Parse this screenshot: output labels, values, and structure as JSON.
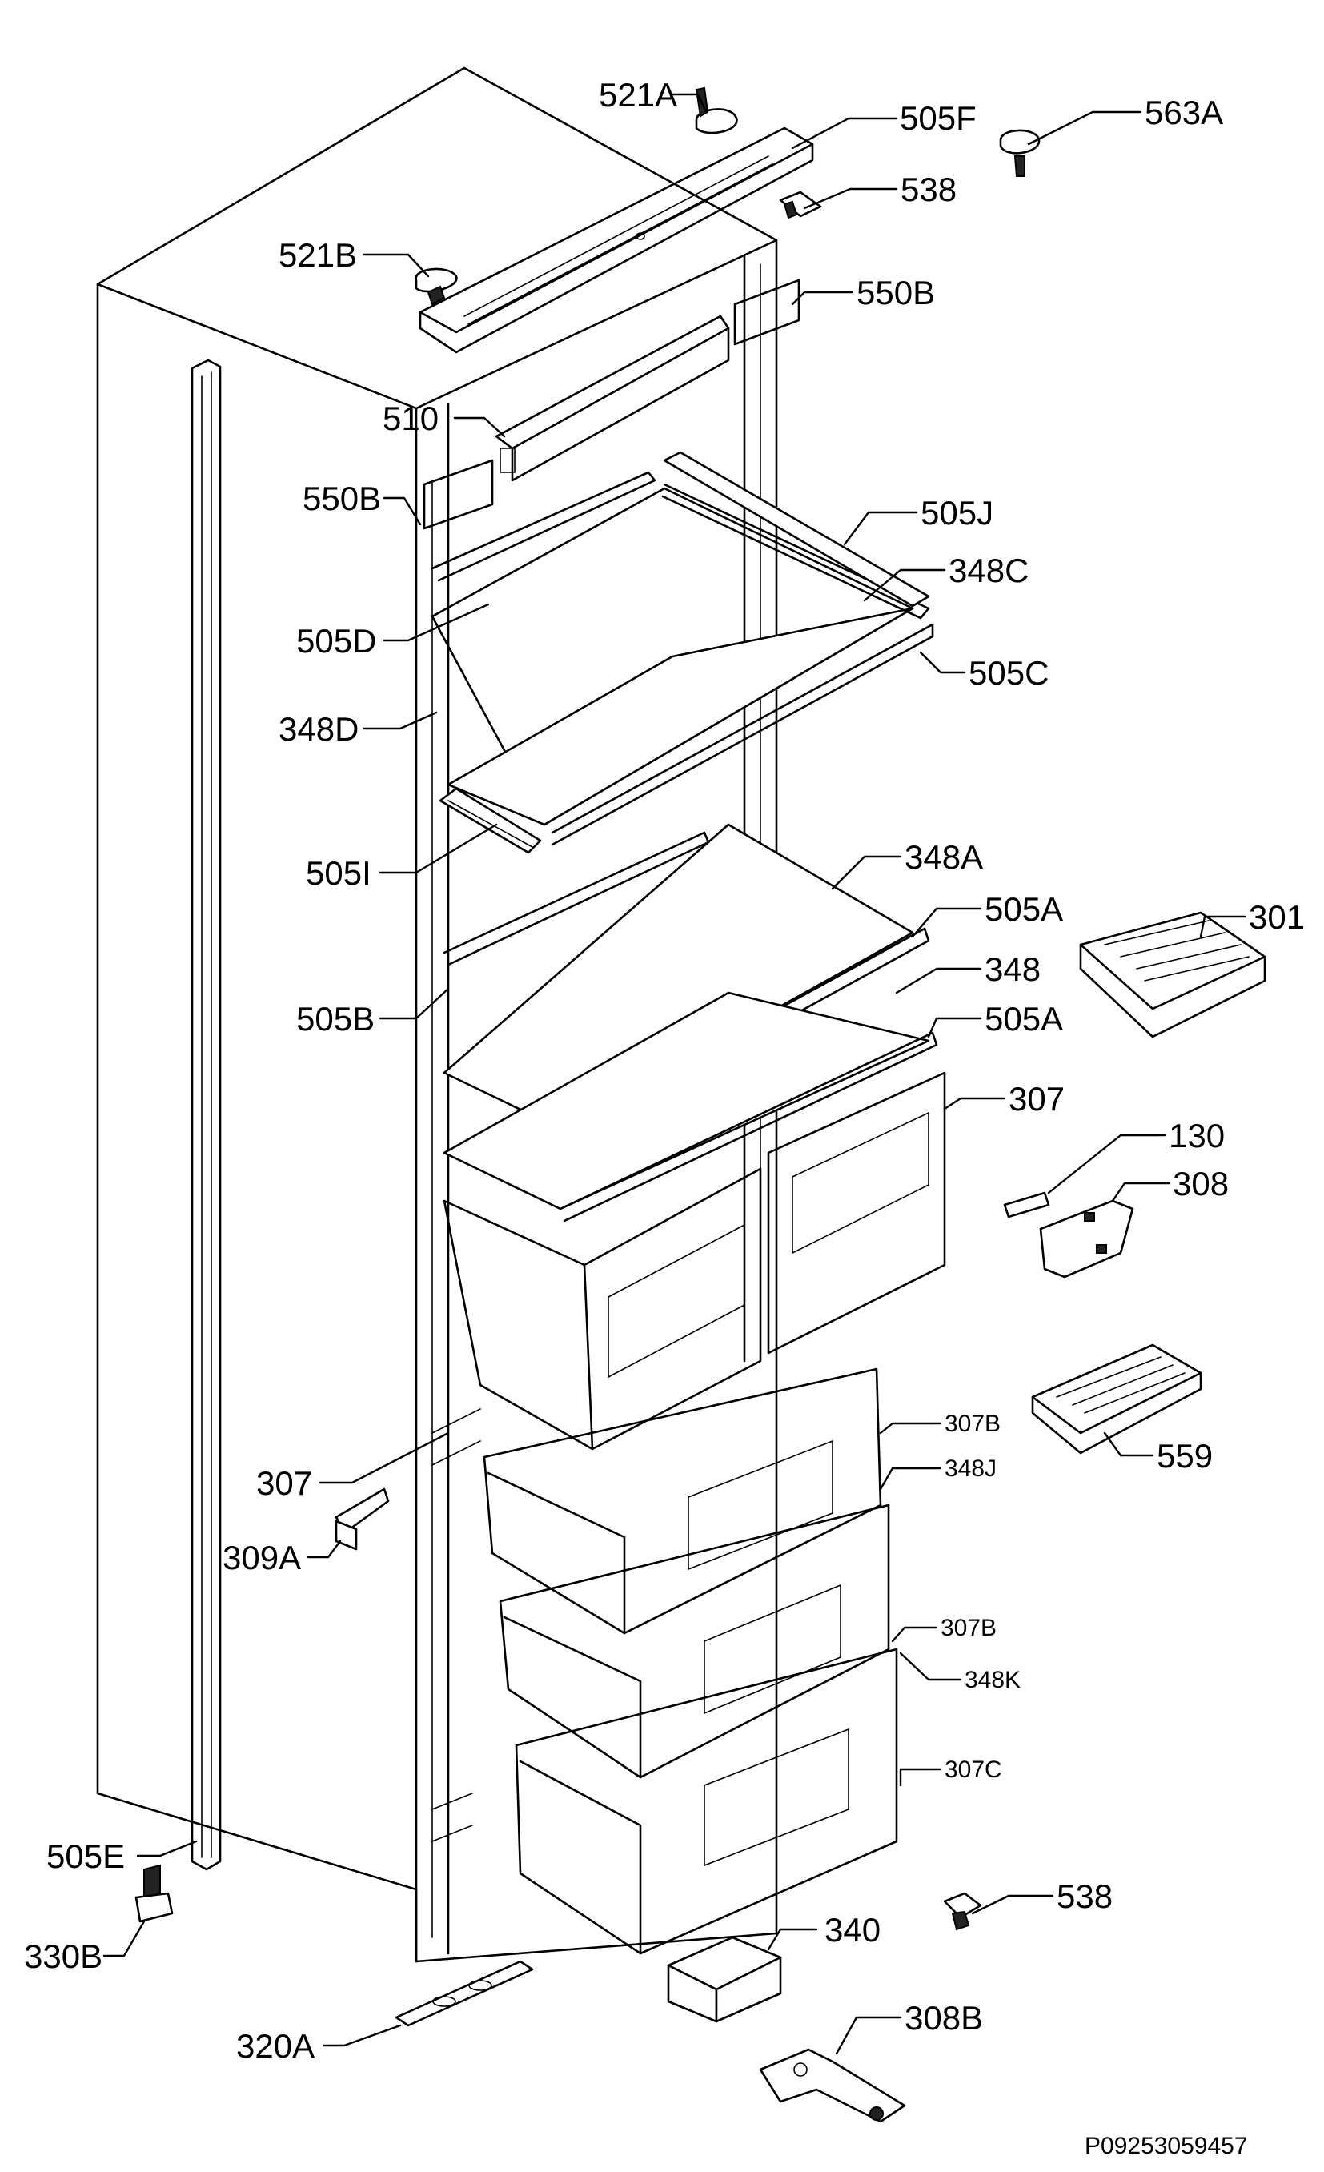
{
  "callouts": [
    {
      "id": "521A",
      "label": "521A"
    },
    {
      "id": "505F",
      "label": "505F"
    },
    {
      "id": "563A",
      "label": "563A"
    },
    {
      "id": "538-top",
      "label": "538"
    },
    {
      "id": "521B",
      "label": "521B"
    },
    {
      "id": "550B-right",
      "label": "550B"
    },
    {
      "id": "510",
      "label": "510"
    },
    {
      "id": "550B-left",
      "label": "550B"
    },
    {
      "id": "505J",
      "label": "505J"
    },
    {
      "id": "348C",
      "label": "348C"
    },
    {
      "id": "505D",
      "label": "505D"
    },
    {
      "id": "505C",
      "label": "505C"
    },
    {
      "id": "348D",
      "label": "348D"
    },
    {
      "id": "505I",
      "label": "505I"
    },
    {
      "id": "348A",
      "label": "348A"
    },
    {
      "id": "505A-upper",
      "label": "505A"
    },
    {
      "id": "301",
      "label": "301"
    },
    {
      "id": "348",
      "label": "348"
    },
    {
      "id": "505B",
      "label": "505B"
    },
    {
      "id": "505A-lower",
      "label": "505A"
    },
    {
      "id": "307-right",
      "label": "307"
    },
    {
      "id": "130",
      "label": "130"
    },
    {
      "id": "308",
      "label": "308"
    },
    {
      "id": "307B-upper",
      "label": "307B"
    },
    {
      "id": "559",
      "label": "559"
    },
    {
      "id": "348J",
      "label": "348J"
    },
    {
      "id": "307-left",
      "label": "307"
    },
    {
      "id": "309A",
      "label": "309A"
    },
    {
      "id": "307B-lower",
      "label": "307B"
    },
    {
      "id": "348K",
      "label": "348K"
    },
    {
      "id": "307C",
      "label": "307C"
    },
    {
      "id": "505E",
      "label": "505E"
    },
    {
      "id": "538-bottom",
      "label": "538"
    },
    {
      "id": "330B",
      "label": "330B"
    },
    {
      "id": "340",
      "label": "340"
    },
    {
      "id": "308B",
      "label": "308B"
    },
    {
      "id": "320A",
      "label": "320A"
    }
  ],
  "drawing_code": "P09253059457"
}
